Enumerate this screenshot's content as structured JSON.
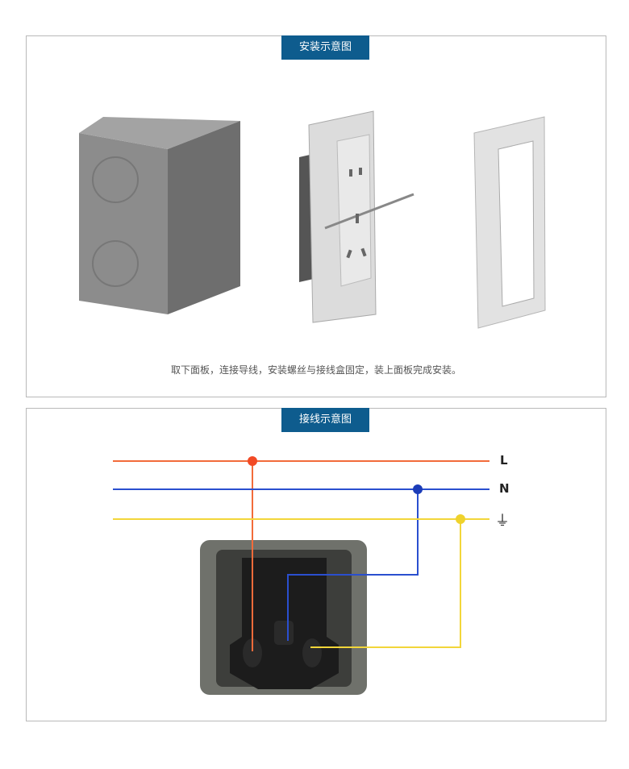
{
  "install": {
    "title": "安装示意图",
    "caption": "取下面板，连接导线，安装螺丝与接线盒固定，装上面板完成安装。"
  },
  "wiring": {
    "title": "接线示意图",
    "lines": [
      {
        "label": "L",
        "color": "#f26b3a"
      },
      {
        "label": "N",
        "color": "#2a4fcf"
      },
      {
        "label": "⏚",
        "color": "#f2d63a"
      }
    ]
  }
}
